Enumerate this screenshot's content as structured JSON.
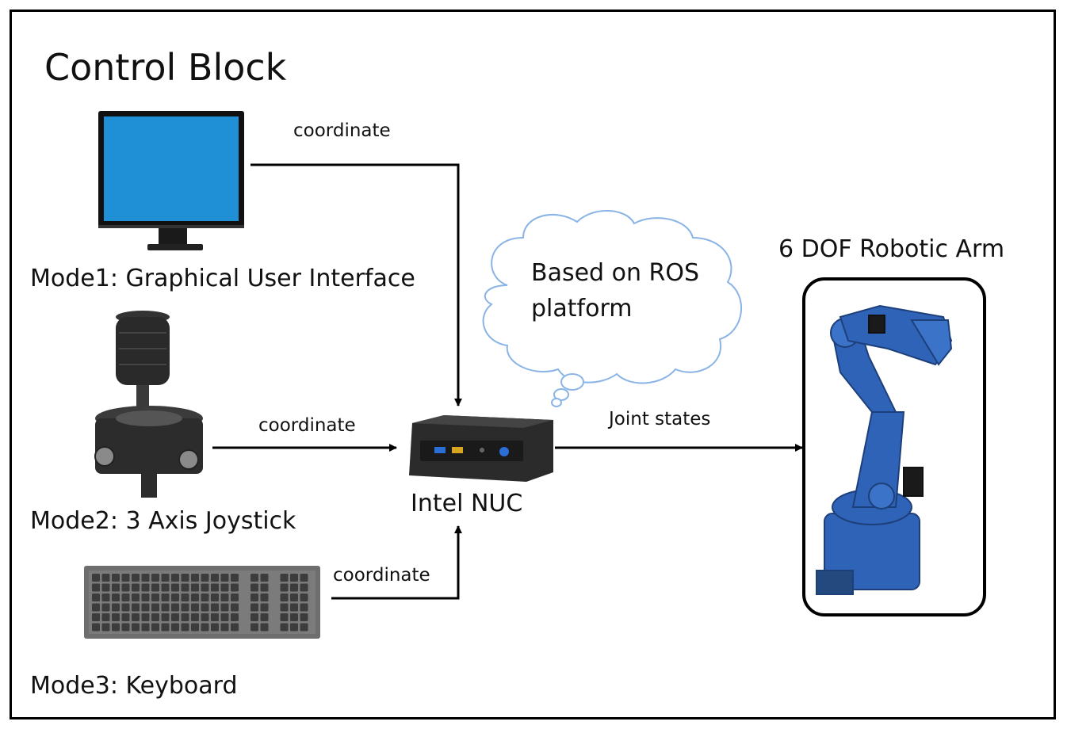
{
  "title": "Control Block",
  "labels": {
    "coordinate_1": "coordinate",
    "coordinate_2": "coordinate",
    "coordinate_3": "coordinate",
    "joint_states": "Joint states",
    "mode1": "Mode1: Graphical User Interface",
    "mode2": "Mode2: 3 Axis Joystick",
    "mode3": "Mode3: Keyboard",
    "nuc": "Intel NUC",
    "arm": "6 DOF Robotic Arm",
    "cloud_line1": "Based on ROS",
    "cloud_line2": "platform"
  },
  "icons": {
    "monitor": "monitor-icon",
    "joystick": "joystick-icon",
    "keyboard": "keyboard-icon",
    "nuc": "intel-nuc-icon",
    "arm": "robotic-arm-icon",
    "cloud": "thought-cloud-icon"
  },
  "colors": {
    "monitor_screen": "#1f8fd6",
    "arm_blue": "#2f63b8",
    "cloud_stroke": "#8ab4e6",
    "device_dark": "#2b2b2b",
    "keyboard_gray": "#6e6e6e"
  }
}
